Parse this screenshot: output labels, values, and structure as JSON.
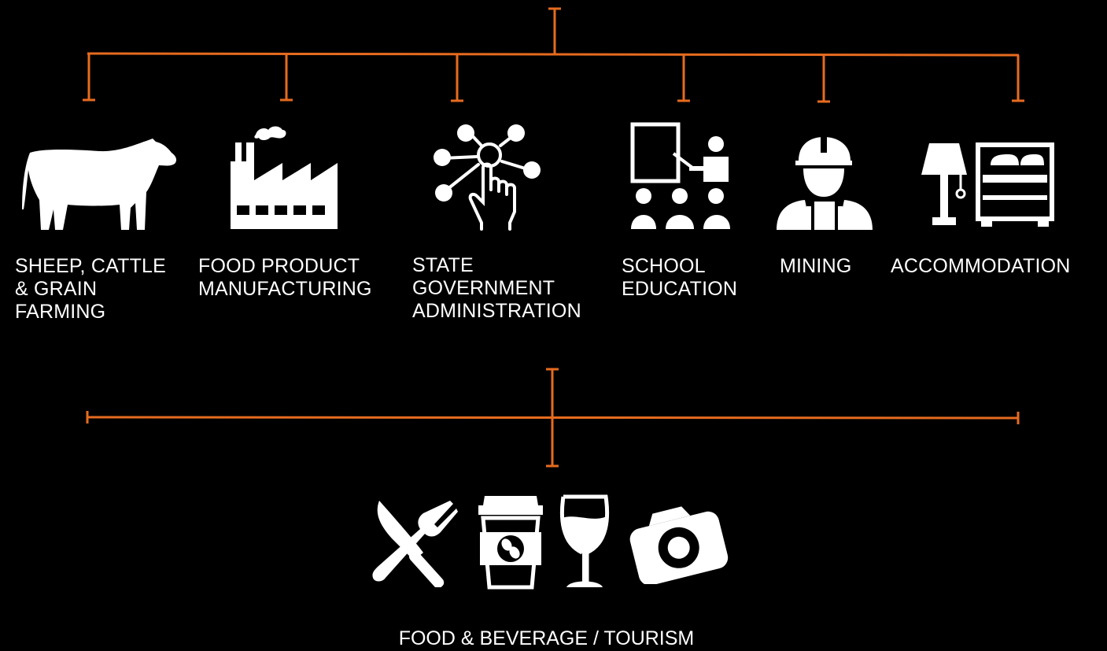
{
  "accent_color": "#e66b1f",
  "background_color": "#000000",
  "industries": [
    {
      "label": "SHEEP, CATTLE\n& GRAIN\nFARMING",
      "icon": "cow-icon"
    },
    {
      "label": "FOOD PRODUCT\nMANUFACTURING",
      "icon": "factory-icon"
    },
    {
      "label": "STATE\nGOVERNMENT\nADMINISTRATION",
      "icon": "network-touch-icon"
    },
    {
      "label": "SCHOOL\nEDUCATION",
      "icon": "classroom-icon"
    },
    {
      "label": "MINING",
      "icon": "miner-hardhat-icon"
    },
    {
      "label": "ACCOMMODATION",
      "icon": "lamp-bed-icon"
    }
  ],
  "tourism": {
    "label": "FOOD & BEVERAGE / TOURISM",
    "icons": [
      "cutlery-icon",
      "coffee-cup-icon",
      "wine-glass-icon",
      "camera-icon"
    ]
  }
}
